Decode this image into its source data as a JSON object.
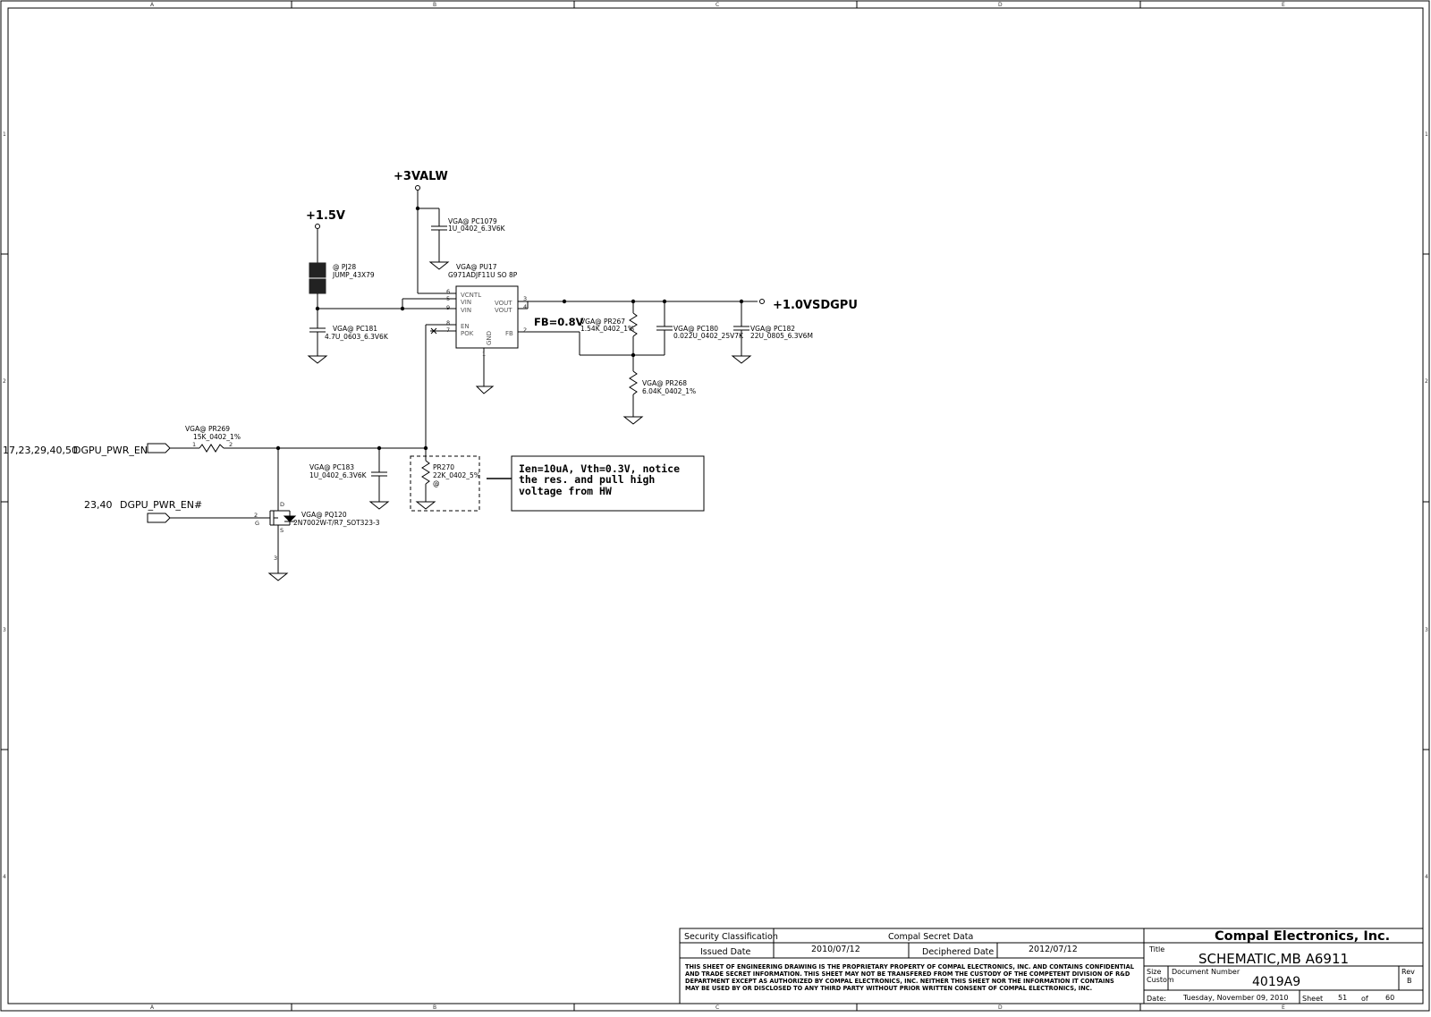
{
  "border": {
    "columns": [
      "A",
      "B",
      "C",
      "D",
      "E"
    ],
    "rows": [
      "1",
      "2",
      "3",
      "4"
    ]
  },
  "rails": {
    "v15": "+1.5V",
    "v3valw": "+3VALW",
    "vout": "+1.0VSDGPU"
  },
  "nets": {
    "dgpu_pwr_en_refs": "17,23,29,40,50",
    "dgpu_pwr_en": "DGPU_PWR_EN",
    "dgpu_pwr_en_n_refs": "23,40",
    "dgpu_pwr_en_n": "DGPU_PWR_EN#",
    "fb_label": "FB=0.8V"
  },
  "components": {
    "pc1079": {
      "ref": "VGA@ PC1079",
      "value": "1U_0402_6.3V6K"
    },
    "pj28": {
      "ref": "@ PJ28",
      "value": "JUMP_43X79"
    },
    "pc181": {
      "ref": "VGA@ PC181",
      "value": "4.7U_0603_6.3V6K"
    },
    "pu17": {
      "ref": "VGA@ PU17",
      "value": "G971ADJF11U SO 8P",
      "pins_left": [
        "VCNTL",
        "VIN",
        "VIN",
        "EN",
        "POK"
      ],
      "pins_left_nums": [
        "6",
        "5",
        "9",
        "8",
        "7"
      ],
      "pins_right": [
        "VOUT",
        "VOUT",
        "FB"
      ],
      "pins_right_nums": [
        "3",
        "4",
        "2"
      ],
      "pin_gnd": "GND",
      "pin_gnd_num": "1"
    },
    "pr267": {
      "ref": "VGA@ PR267",
      "value": "1.54K_0402_1%"
    },
    "pc180": {
      "ref": "VGA@ PC180",
      "value": "0.022U_0402_25V7K"
    },
    "pc182": {
      "ref": "VGA@ PC182",
      "value": "22U_0805_6.3V6M"
    },
    "pr268": {
      "ref": "VGA@ PR268",
      "value": "6.04K_0402_1%"
    },
    "pr269": {
      "ref": "VGA@ PR269",
      "value": "15K_0402_1%"
    },
    "pc183": {
      "ref": "VGA@ PC183",
      "value": "1U_0402_6.3V6K"
    },
    "pr270": {
      "ref": "PR270",
      "value": "22K_0402_5%",
      "opt": "@"
    },
    "pq120": {
      "ref": "VGA@ PQ120",
      "value": "2N7002W-T/R7_SOT323-3"
    }
  },
  "pin_numbers": {
    "one": "1",
    "two": "2",
    "three": "3"
  },
  "mosfet_pins": {
    "d": "D",
    "g": "G",
    "s": "S"
  },
  "note": {
    "lines": [
      "Ien=10uA, Vth=0.3V, notice",
      "the res. and pull high",
      "voltage from HW"
    ]
  },
  "title_block": {
    "security_label": "Security Classification",
    "security_value": "Compal Secret Data",
    "issued_label": "Issued Date",
    "issued_value": "2010/07/12",
    "deciphered_label": "Deciphered Date",
    "deciphered_value": "2012/07/12",
    "legal_lines": [
      "THIS SHEET OF ENGINEERING DRAWING IS THE PROPRIETARY PROPERTY OF COMPAL ELECTRONICS, INC. AND CONTAINS CONFIDENTIAL",
      "AND TRADE SECRET INFORMATION. THIS SHEET MAY NOT BE TRANSFERED FROM THE CUSTODY OF THE COMPETENT DIVISION OF R&D",
      "DEPARTMENT EXCEPT AS AUTHORIZED BY COMPAL ELECTRONICS, INC. NEITHER THIS SHEET NOR THE INFORMATION IT CONTAINS",
      "MAY BE USED BY OR DISCLOSED TO ANY THIRD PARTY WITHOUT PRIOR WRITTEN CONSENT OF COMPAL ELECTRONICS, INC."
    ],
    "company": "Compal Electronics, Inc.",
    "title_label": "Title",
    "title_value": "SCHEMATIC,MB A6911",
    "size_label": "Size",
    "size_value": "Custom",
    "docnum_label": "Document Number",
    "docnum_value": "4019A9",
    "rev_label": "Rev",
    "rev_value": "B",
    "date_label": "Date:",
    "date_value": "Tuesday, November 09, 2010",
    "sheet_label": "Sheet",
    "sheet_value": "51",
    "of_label": "of",
    "of_value": "60"
  }
}
